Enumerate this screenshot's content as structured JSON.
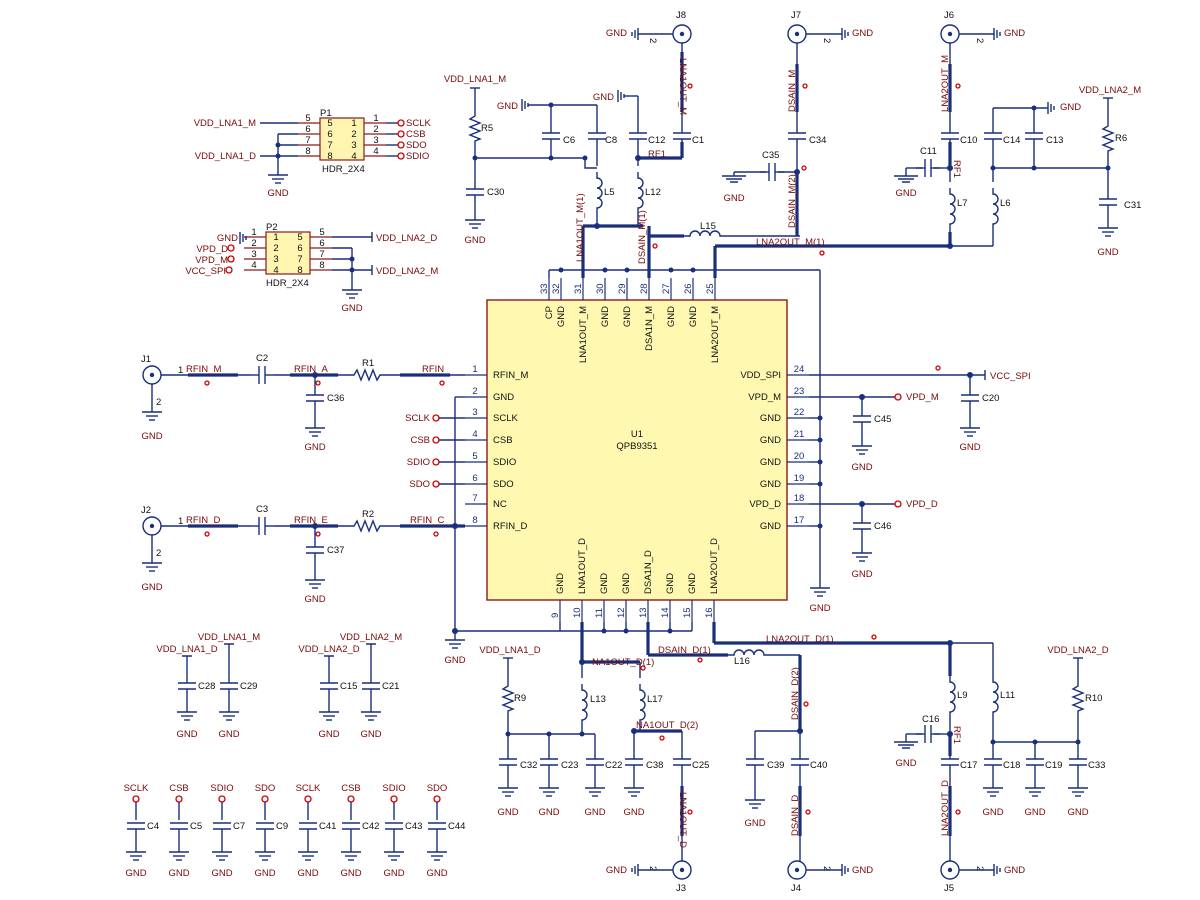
{
  "ic": {
    "designator": "U1",
    "part": "QPB9351",
    "left_pins": [
      {
        "num": "1",
        "name": "RFIN_M"
      },
      {
        "num": "2",
        "name": "GND"
      },
      {
        "num": "3",
        "name": "SCLK"
      },
      {
        "num": "4",
        "name": "CSB"
      },
      {
        "num": "5",
        "name": "SDIO"
      },
      {
        "num": "6",
        "name": "SDO"
      },
      {
        "num": "7",
        "name": "NC"
      },
      {
        "num": "8",
        "name": "RFIN_D"
      }
    ],
    "right_pins": [
      {
        "num": "24",
        "name": "VDD_SPI"
      },
      {
        "num": "23",
        "name": "VPD_M"
      },
      {
        "num": "22",
        "name": "GND"
      },
      {
        "num": "21",
        "name": "GND"
      },
      {
        "num": "20",
        "name": "GND"
      },
      {
        "num": "19",
        "name": "GND"
      },
      {
        "num": "18",
        "name": "VPD_D"
      },
      {
        "num": "17",
        "name": "GND"
      }
    ],
    "top_pins": [
      {
        "num": "33",
        "name": "CP"
      },
      {
        "num": "32",
        "name": "GND"
      },
      {
        "num": "31",
        "name": "LNA1OUT_M"
      },
      {
        "num": "30",
        "name": "GND"
      },
      {
        "num": "29",
        "name": "GND"
      },
      {
        "num": "28",
        "name": "DSA1N_M"
      },
      {
        "num": "27",
        "name": "GND"
      },
      {
        "num": "26",
        "name": "GND"
      },
      {
        "num": "25",
        "name": "LNA2OUT_M"
      }
    ],
    "bottom_pins": [
      {
        "num": "9",
        "name": "GND"
      },
      {
        "num": "10",
        "name": "LNA1OUT_D"
      },
      {
        "num": "11",
        "name": "GND"
      },
      {
        "num": "12",
        "name": "GND"
      },
      {
        "num": "13",
        "name": "DSA1N_D"
      },
      {
        "num": "14",
        "name": "GND"
      },
      {
        "num": "15",
        "name": "GND"
      },
      {
        "num": "16",
        "name": "LNA2OUT_D"
      }
    ]
  },
  "headers": {
    "p1": {
      "designator": "P1",
      "part": "HDR_2X4",
      "left_pin_nums": [
        "5",
        "6",
        "7",
        "8"
      ],
      "right_pin_nums": [
        "1",
        "2",
        "3",
        "4"
      ],
      "inner_left": [
        "5",
        "6",
        "7",
        "8"
      ],
      "inner_right": [
        "1",
        "2",
        "3",
        "4"
      ],
      "left_nets": [
        "VDD_LNA1_M",
        "VDD_LNA1_D"
      ],
      "right_nets": [
        "SCLK",
        "CSB",
        "SDO",
        "SDIO"
      ]
    },
    "p2": {
      "designator": "P2",
      "part": "HDR_2X4",
      "left_pin_nums": [
        "1",
        "2",
        "3",
        "4"
      ],
      "right_pin_nums": [
        "5",
        "6",
        "7",
        "8"
      ],
      "inner_left": [
        "1",
        "2",
        "3",
        "4"
      ],
      "inner_right": [
        "5",
        "6",
        "7",
        "8"
      ],
      "left_nets": [
        "GND",
        "VPD_D",
        "VPD_M",
        "VCC_SPI"
      ],
      "right_nets": [
        "VDD_LNA2_D",
        "VDD_LNA2_M"
      ]
    }
  },
  "connectors": {
    "j1": {
      "designator": "J1",
      "pin1": "1",
      "pin2": "2"
    },
    "j2": {
      "designator": "J2",
      "pin1": "1",
      "pin2": "2"
    },
    "j3": {
      "designator": "J3",
      "pin": "2"
    },
    "j4": {
      "designator": "J4",
      "pin": "2"
    },
    "j5": {
      "designator": "J5",
      "pin": "2"
    },
    "j6": {
      "designator": "J6",
      "pin": "2"
    },
    "j7": {
      "designator": "J7",
      "pin": "2"
    },
    "j8": {
      "designator": "J8",
      "pin": "2"
    }
  },
  "nets": {
    "gnd": "GND",
    "rfin_m": "RFIN_M",
    "rfin_a": "RFIN_A",
    "rfin": "RFIN",
    "rfin_d": "RFIN_D",
    "rfin_e": "RFIN_E",
    "rfin_c": "RFIN_C",
    "vdd_lna1_m": "VDD_LNA1_M",
    "vdd_lna1_d": "VDD_LNA1_D",
    "vdd_lna2_m": "VDD_LNA2_M",
    "vdd_lna2_d": "VDD_LNA2_D",
    "lna1out_m": "LNA1OUT_M",
    "lna1out_m1": "LNA1OUT_M(1)",
    "dsain_m": "DSAIN_M",
    "dsain_m1": "DSAIN_M(1)",
    "dsain_m2": "DSAIN_M(2)",
    "lna2out_m": "LNA2OUT_M",
    "lna2out_m1": "LNA2OUT_M(1)",
    "lna1out_d": "LNA1OUT_D",
    "lna1out_d1": "NA1OUT_D(1)",
    "lna1out_d2": "NA1OUT_D(2)",
    "dsain_d": "DSAIN_D",
    "dsain_d1": "DSAIN_D(1)",
    "dsain_d2": "DSAIN_D(2)",
    "lna2out_d": "LNA2OUT_D",
    "lna2out_d1": "LNA2OUT_D(1)",
    "rf1": "RF1",
    "vpd_m": "VPD_M",
    "vpd_d": "VPD_D",
    "vcc_spi": "VCC_SPI",
    "sclk": "SCLK",
    "csb": "CSB",
    "sdio": "SDIO",
    "sdo": "SDO"
  },
  "parts": {
    "r1": "R1",
    "r2": "R2",
    "r5": "R5",
    "r6": "R6",
    "r9": "R9",
    "r10": "R10",
    "c1": "C1",
    "c2": "C2",
    "c3": "C3",
    "c4": "C4",
    "c5": "C5",
    "c6": "C6",
    "c7": "C7",
    "c8": "C8",
    "c9": "C9",
    "c10": "C10",
    "c11": "C11",
    "c12": "C12",
    "c13": "C13",
    "c14": "C14",
    "c15": "C15",
    "c16": "C16",
    "c17": "C17",
    "c18": "C18",
    "c19": "C19",
    "c20": "C20",
    "c21": "C21",
    "c22": "C22",
    "c23": "C23",
    "c25": "C25",
    "c28": "C28",
    "c29": "C29",
    "c30": "C30",
    "c31": "C31",
    "c32": "C32",
    "c33": "C33",
    "c34": "C34",
    "c35": "C35",
    "c36": "C36",
    "c37": "C37",
    "c38": "C38",
    "c39": "C39",
    "c40": "C40",
    "c41": "C41",
    "c42": "C42",
    "c43": "C43",
    "c44": "C44",
    "c45": "C45",
    "c46": "C46",
    "l5": "L5",
    "l6": "L6",
    "l7": "L7",
    "l9": "L9",
    "l11": "L11",
    "l12": "L12",
    "l13": "L13",
    "l15": "L15",
    "l16": "L16",
    "l17": "L17"
  }
}
